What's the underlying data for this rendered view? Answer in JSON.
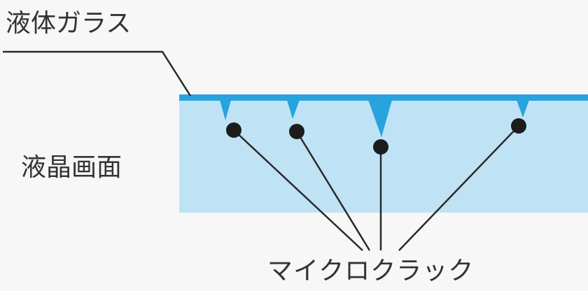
{
  "labels": {
    "liquid_glass": "液体ガラス",
    "lcd_screen": "液晶画面",
    "micro_crack": "マイクロクラック"
  },
  "colors": {
    "background": "#f7f7f7",
    "screen_fill": "#bfe3f5",
    "glass_layer": "#29a3de",
    "crack_dot": "#1c1c1c",
    "leader_line": "#2a2a2a",
    "text": "#333333"
  }
}
